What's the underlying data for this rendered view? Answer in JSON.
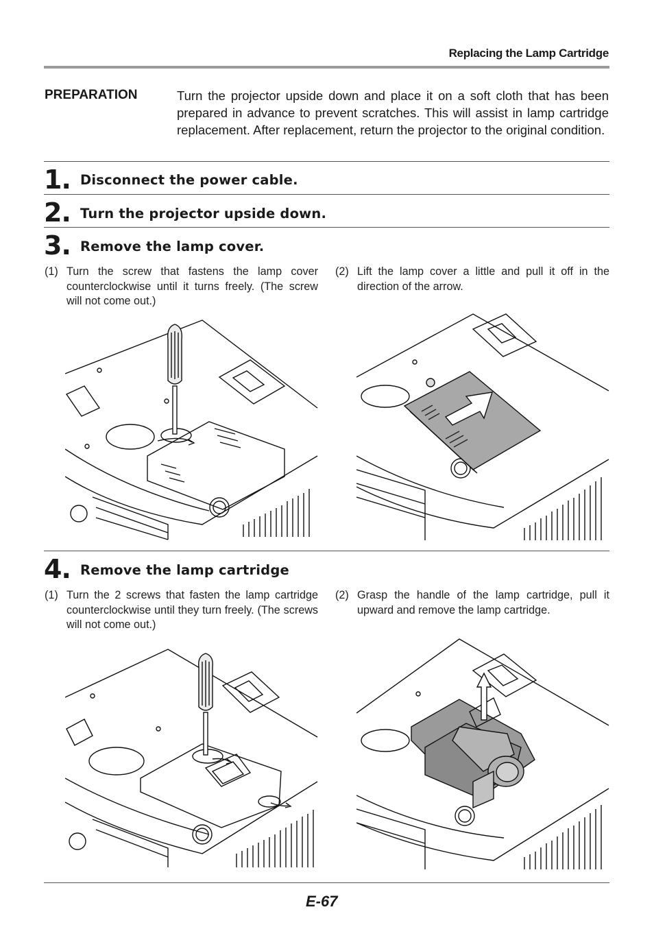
{
  "header": {
    "title": "Replacing the Lamp Cartridge"
  },
  "preparation": {
    "label": "PREPARATION",
    "text": "Turn the projector upside down and place it on a soft cloth that has been prepared in advance to prevent scratches. This will assist in lamp cartridge replacement. After replacement, return the projector to the original condition."
  },
  "steps": [
    {
      "number": "1.",
      "title": "Disconnect the power cable."
    },
    {
      "number": "2.",
      "title": "Turn the projector upside down."
    },
    {
      "number": "3.",
      "title": "Remove the lamp cover.",
      "substeps": [
        {
          "num": "(1)",
          "text": "Turn the screw that fastens the lamp cover counterclockwise until it turns freely. (The screw will not come out.)"
        },
        {
          "num": "(2)",
          "text": "Lift the lamp cover a little and pull it off in the direction of the arrow."
        }
      ]
    },
    {
      "number": "4.",
      "title": "Remove the lamp cartridge",
      "substeps": [
        {
          "num": "(1)",
          "text": "Turn the 2 screws that fasten the lamp cartridge counterclockwise until they turn freely. (The screws will not come out.)"
        },
        {
          "num": "(2)",
          "text": "Grasp the handle of the lamp cartridge, pull it upward and remove the lamp cartridge."
        }
      ]
    }
  ],
  "footer": {
    "page_number": "E-67"
  }
}
